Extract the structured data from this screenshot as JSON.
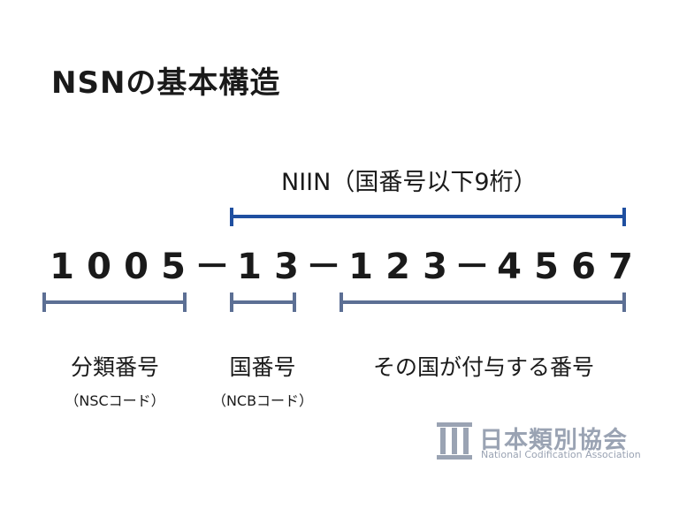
{
  "title": "NSNの基本構造",
  "niin_label": "NIIN（国番号以下9桁）",
  "nsn": {
    "digits": [
      "1",
      "0",
      "0",
      "5",
      "1",
      "3",
      "1",
      "2",
      "3",
      "4",
      "5",
      "6",
      "7"
    ],
    "separator": "－"
  },
  "groups": [
    {
      "label": "分類番号",
      "sub": "（NSCコード）"
    },
    {
      "label": "国番号",
      "sub": "（NCBコード）"
    },
    {
      "label": "その国が付与する番号",
      "sub": ""
    }
  ],
  "logo": {
    "name": "日本類別協会",
    "sub": "National Codification Association"
  },
  "colors": {
    "niin_bracket": "#1f4fa0",
    "group_bracket": "#5c6f94",
    "logo": "#9aa3b3"
  }
}
